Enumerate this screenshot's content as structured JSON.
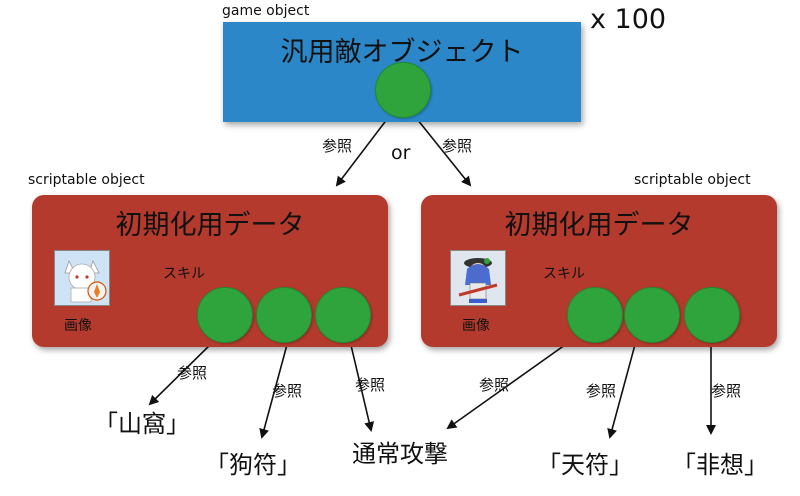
{
  "game_object": {
    "caption": "game object",
    "title": "汎用敵オブジェクト",
    "multiplier": "x 100"
  },
  "reference_labels": {
    "left": "参照",
    "right": "参照",
    "or": "or"
  },
  "scriptable_objects": [
    {
      "caption": "scriptable object",
      "title": "初期化用データ",
      "skill_label": "スキル",
      "image_label": "画像",
      "portrait": "white-wolf-character-icon"
    },
    {
      "caption": "scriptable object",
      "title": "初期化用データ",
      "skill_label": "スキル",
      "image_label": "画像",
      "portrait": "blue-haired-character-icon"
    }
  ],
  "skill_refs": {
    "ref1": "参照",
    "ref2": "参照",
    "ref3": "参照",
    "ref4": "参照",
    "ref5": "参照",
    "ref6": "参照"
  },
  "skill_targets": {
    "sanka": "「山窩」",
    "inufu": "「狗符」",
    "normal_attack": "通常攻撃",
    "tenfu": "「天符」",
    "hisou": "「非想」"
  },
  "colors": {
    "game_object_box": "#2b87c8",
    "scriptable_box": "#b33a2c",
    "slot": "#2fa43c"
  }
}
